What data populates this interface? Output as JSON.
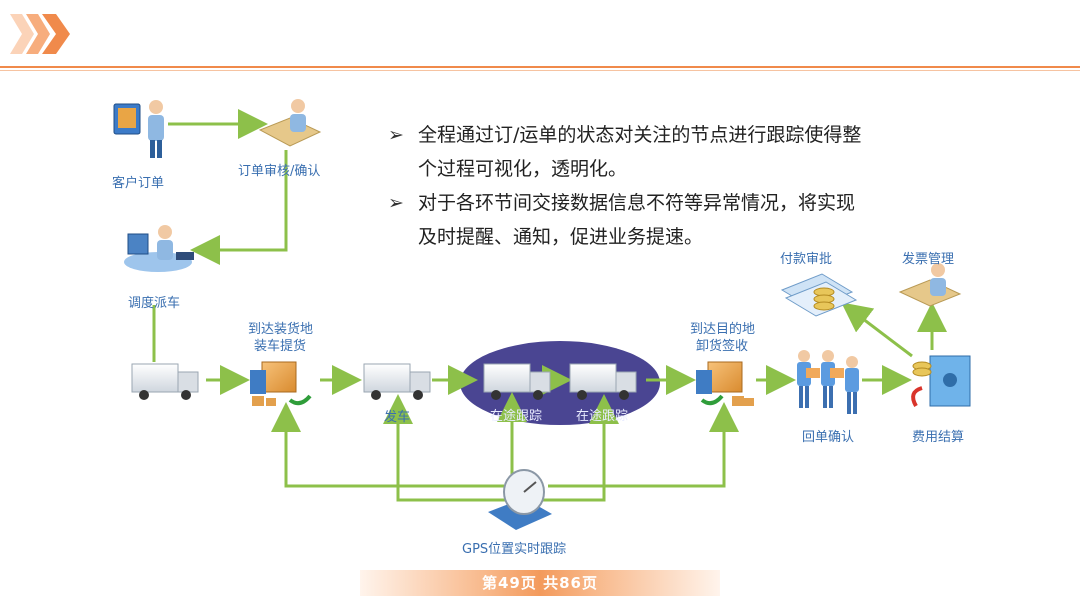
{
  "header": {
    "accent_color": "#f08a4b"
  },
  "bullets": [
    {
      "icon": "arrow-bullet-icon",
      "lines": [
        "全程通过订/运单的状态对关注的节点进行跟踪使得整",
        "个过程可视化，透明化。"
      ]
    },
    {
      "icon": "arrow-bullet-icon",
      "lines": [
        "对于各环节间交接数据信息不符等异常情况，将实现",
        "及时提醒、通知，促进业务提速。"
      ]
    }
  ],
  "nodes": {
    "customer_order": "客户订单",
    "order_review": "订单审核/确认",
    "dispatch": "调度派车",
    "arrive_load_1": "到达装货地",
    "arrive_load_2": "装车提货",
    "depart": "发车",
    "in_transit_1": "在途跟踪",
    "in_transit_2": "在途跟踪",
    "arrive_dest_1": "到达目的地",
    "arrive_dest_2": "卸货签收",
    "receipt_confirm": "回单确认",
    "fee_settlement": "费用结算",
    "payment_approval": "付款审批",
    "invoice_mgmt": "发票管理",
    "gps": "GPS位置实时跟踪"
  },
  "colors": {
    "arrow": "#8dc04a",
    "ellipse": "#4a4592",
    "label": "#3a6fb0"
  },
  "footer": {
    "page_label": "第49页  共86页"
  }
}
